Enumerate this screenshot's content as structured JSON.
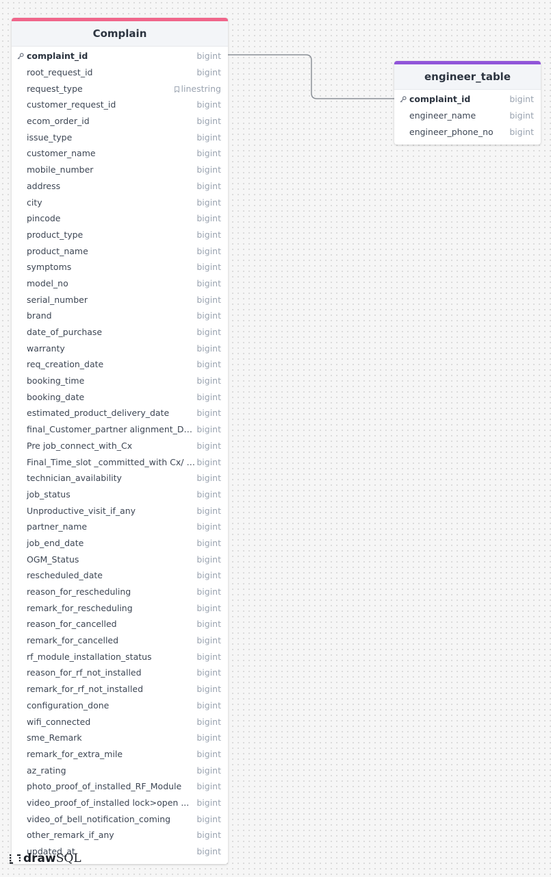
{
  "tables": {
    "complain": {
      "title": "Complain",
      "columns": [
        {
          "name": "complaint_id",
          "type": "bigint",
          "pk": true
        },
        {
          "name": "root_request_id",
          "type": "bigint"
        },
        {
          "name": "request_type",
          "type": "linestring",
          "bookmark": true
        },
        {
          "name": "customer_request_id",
          "type": "bigint"
        },
        {
          "name": "ecom_order_id",
          "type": "bigint"
        },
        {
          "name": "issue_type",
          "type": "bigint"
        },
        {
          "name": "customer_name",
          "type": "bigint"
        },
        {
          "name": "mobile_number",
          "type": "bigint"
        },
        {
          "name": "address",
          "type": "bigint"
        },
        {
          "name": "city",
          "type": "bigint"
        },
        {
          "name": "pincode",
          "type": "bigint"
        },
        {
          "name": "product_type",
          "type": "bigint"
        },
        {
          "name": "product_name",
          "type": "bigint"
        },
        {
          "name": "symptoms",
          "type": "bigint"
        },
        {
          "name": "model_no",
          "type": "bigint"
        },
        {
          "name": "serial_number",
          "type": "bigint"
        },
        {
          "name": "brand",
          "type": "bigint"
        },
        {
          "name": "date_of_purchase",
          "type": "bigint"
        },
        {
          "name": "warranty",
          "type": "bigint"
        },
        {
          "name": "req_creation_date",
          "type": "bigint"
        },
        {
          "name": "booking_time",
          "type": "bigint"
        },
        {
          "name": "booking_date",
          "type": "bigint"
        },
        {
          "name": "estimated_product_delivery_date",
          "type": "bigint"
        },
        {
          "name": "final_Customer_partner alignment_Date",
          "type": "bigint"
        },
        {
          "name": "Pre job_connect_with_Cx",
          "type": "bigint"
        },
        {
          "name": "Final_Time_slot _committed_with Cx/ Px",
          "type": "bigint"
        },
        {
          "name": "technician_availability",
          "type": "bigint"
        },
        {
          "name": "job_status",
          "type": "bigint"
        },
        {
          "name": "Unproductive_visit_if_any",
          "type": "bigint"
        },
        {
          "name": "partner_name",
          "type": "bigint"
        },
        {
          "name": "job_end_date",
          "type": "bigint"
        },
        {
          "name": "OGM_Status",
          "type": "bigint"
        },
        {
          "name": "rescheduled_date",
          "type": "bigint"
        },
        {
          "name": "reason_for_rescheduling",
          "type": "bigint"
        },
        {
          "name": "remark_for_rescheduling",
          "type": "bigint"
        },
        {
          "name": "reason_for_cancelled",
          "type": "bigint"
        },
        {
          "name": "remark_for_cancelled",
          "type": "bigint"
        },
        {
          "name": "rf_module_installation_status",
          "type": "bigint"
        },
        {
          "name": "reason_for_rf_not_installed",
          "type": "bigint"
        },
        {
          "name": "remark_for_rf_not_installed",
          "type": "bigint"
        },
        {
          "name": "configuration_done",
          "type": "bigint"
        },
        {
          "name": "wifi_connected",
          "type": "bigint"
        },
        {
          "name": "sme_Remark",
          "type": "bigint"
        },
        {
          "name": "remark_for_extra_mile",
          "type": "bigint"
        },
        {
          "name": "az_rating",
          "type": "bigint"
        },
        {
          "name": "photo_proof_of_installed_RF_Module",
          "type": "bigint"
        },
        {
          "name": "video_proof_of_installed lock>open ...",
          "type": "bigint"
        },
        {
          "name": "video_of_bell_notification_coming",
          "type": "bigint"
        },
        {
          "name": "other_remark_if_any",
          "type": "bigint"
        },
        {
          "name": "updated_at",
          "type": "bigint"
        }
      ]
    },
    "engineer": {
      "title": "engineer_table",
      "columns": [
        {
          "name": "complaint_id",
          "type": "bigint",
          "pk": true
        },
        {
          "name": "engineer_name",
          "type": "bigint"
        },
        {
          "name": "engineer_phone_no",
          "type": "bigint"
        }
      ]
    }
  },
  "relation": {
    "from": "Complain.complaint_id",
    "to": "engineer_table.complaint_id"
  },
  "branding": {
    "logo_a": "draw",
    "logo_b": "SQL"
  },
  "colors": {
    "complain_accent": "#f0658a",
    "engineer_accent": "#9155d9",
    "connector": "#8a8f96"
  }
}
